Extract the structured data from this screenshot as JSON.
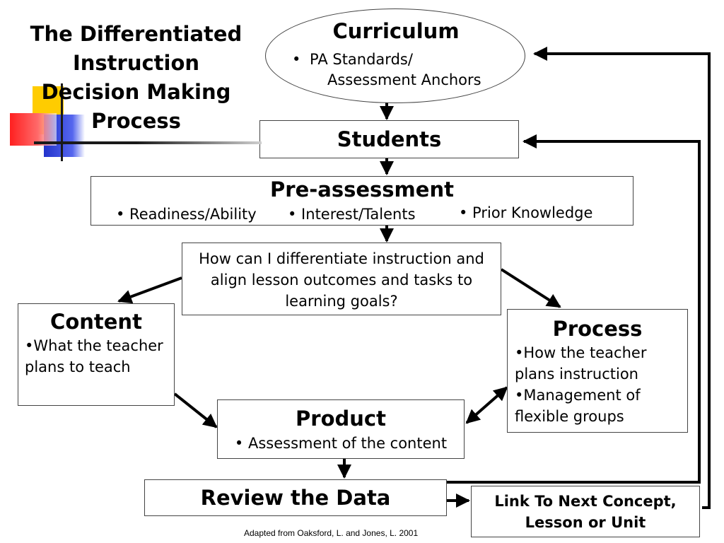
{
  "title": "The Differentiated Instruction Decision Making Process",
  "curriculum": {
    "heading": "Curriculum",
    "bullet": "•",
    "line1": "PA Standards/",
    "line2": "Assessment Anchors"
  },
  "students": {
    "heading": "Students"
  },
  "pre_assessment": {
    "heading": "Pre-assessment",
    "items": [
      "•  Readiness/Ability",
      "• Interest/Talents",
      "• Prior Knowledge"
    ]
  },
  "question": {
    "text": "How can I differentiate instruction and align lesson outcomes and tasks to learning goals?"
  },
  "content": {
    "heading": "Content",
    "text": "•What the teacher plans to teach"
  },
  "process": {
    "heading": "Process",
    "item1": "•How the teacher plans instruction",
    "item2": "•Management of flexible groups"
  },
  "product": {
    "heading": "Product",
    "text": "•  Assessment of the content"
  },
  "review": {
    "heading": "Review the Data"
  },
  "link_next": {
    "line1": "Link To Next Concept,",
    "line2": "Lesson or Unit"
  },
  "footer": {
    "citation": "Adapted from Oaksford, L. and Jones, L. 2001"
  },
  "colors": {
    "yellow": "#ffcc00",
    "red": "#ff2020",
    "blue": "#2233cc",
    "border": "#444444"
  }
}
